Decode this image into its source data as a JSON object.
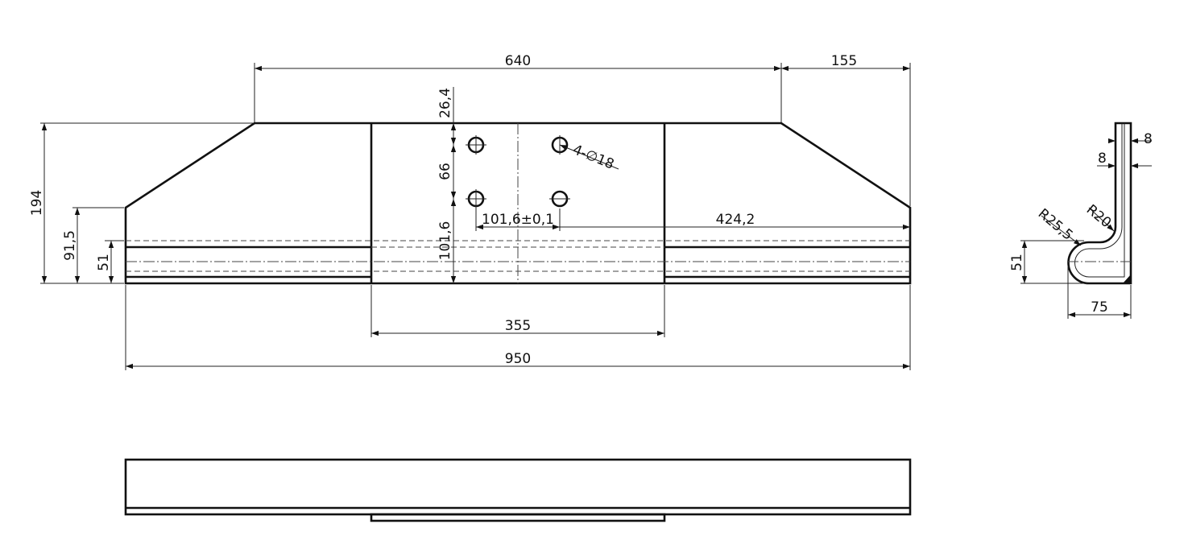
{
  "dimensions": {
    "top_width": "640",
    "right_chamfer": "155",
    "left_height": "194",
    "left_mid": "91,5",
    "left_low": "51",
    "hole_top": "26,4",
    "hole_spacing_v": "66",
    "hole_bottom": "101,6",
    "hole_callout": "4-∅18",
    "hole_spacing_h": "101,6±0,1",
    "right_offset": "424,2",
    "center_plate": "355",
    "total_width": "950",
    "side_thickness_top": "8",
    "side_thickness_mid": "8",
    "side_r_outer": "R25,5",
    "side_r_inner": "R20",
    "side_height": "51",
    "side_width": "75"
  }
}
